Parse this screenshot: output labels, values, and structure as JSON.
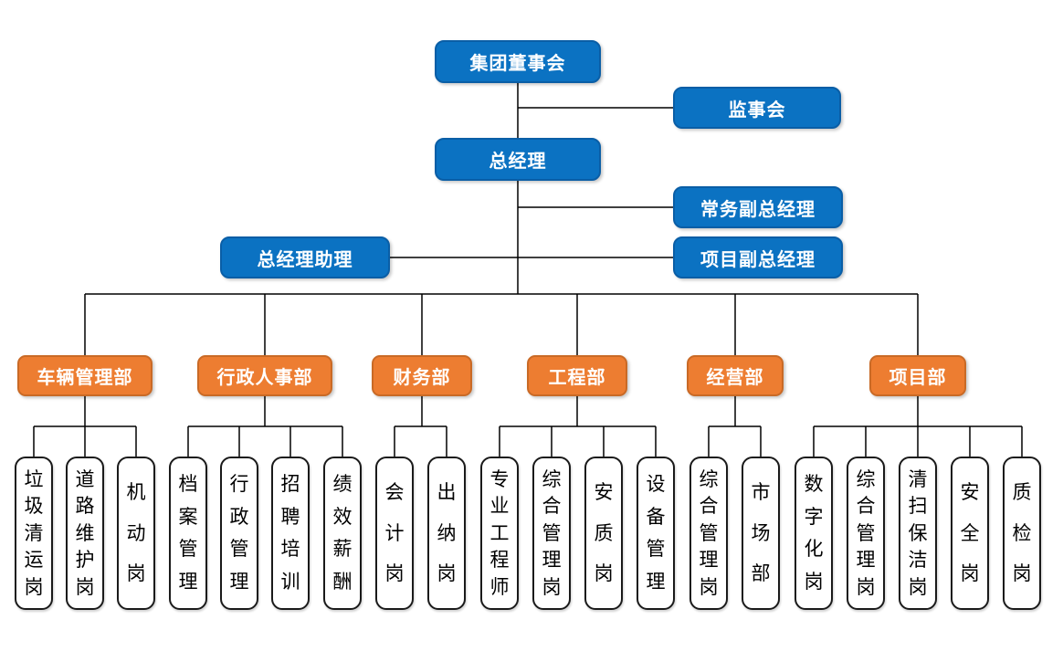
{
  "page": {
    "background": "#ffffff"
  },
  "colors": {
    "page_background": "#ffffff",
    "management_fill": "#0b72c2",
    "management_border": "#0a5ea6",
    "department_fill": "#ed7d31",
    "department_border": "#c96a26",
    "position_fill": "#ffffff",
    "position_border": "#1a1a1a",
    "text_on_fill": "#ffffff",
    "connector": "#000000"
  },
  "chart": {
    "type": "org-chart",
    "management": [
      {
        "id": "board",
        "label": "集团董事会"
      },
      {
        "id": "supervisory-board",
        "label": "监事会"
      },
      {
        "id": "general-manager",
        "label": "总经理"
      },
      {
        "id": "executive-deputy-gm",
        "label": "常务副总经理"
      },
      {
        "id": "gm-assistant",
        "label": "总经理助理"
      },
      {
        "id": "project-deputy-gm",
        "label": "项目副总经理"
      }
    ],
    "departments": [
      {
        "label": "车辆管理部",
        "positions": [
          "垃圾清运岗",
          "道路维护岗",
          "机动岗"
        ]
      },
      {
        "label": "行政人事部",
        "positions": [
          "档案管理",
          "行政管理",
          "招聘培训",
          "绩效薪酬"
        ]
      },
      {
        "label": "财务部",
        "positions": [
          "会计岗",
          "出纳岗"
        ]
      },
      {
        "label": "工程部",
        "positions": [
          "专业工程师",
          "综合管理岗",
          "安质岗",
          "设备管理"
        ]
      },
      {
        "label": "经营部",
        "positions": [
          "综合管理岗",
          "市场部"
        ]
      },
      {
        "label": "项目部",
        "positions": [
          "数字化岗",
          "综合管理岗",
          "清扫保洁岗",
          "安全岗",
          "质检岗"
        ]
      }
    ]
  }
}
